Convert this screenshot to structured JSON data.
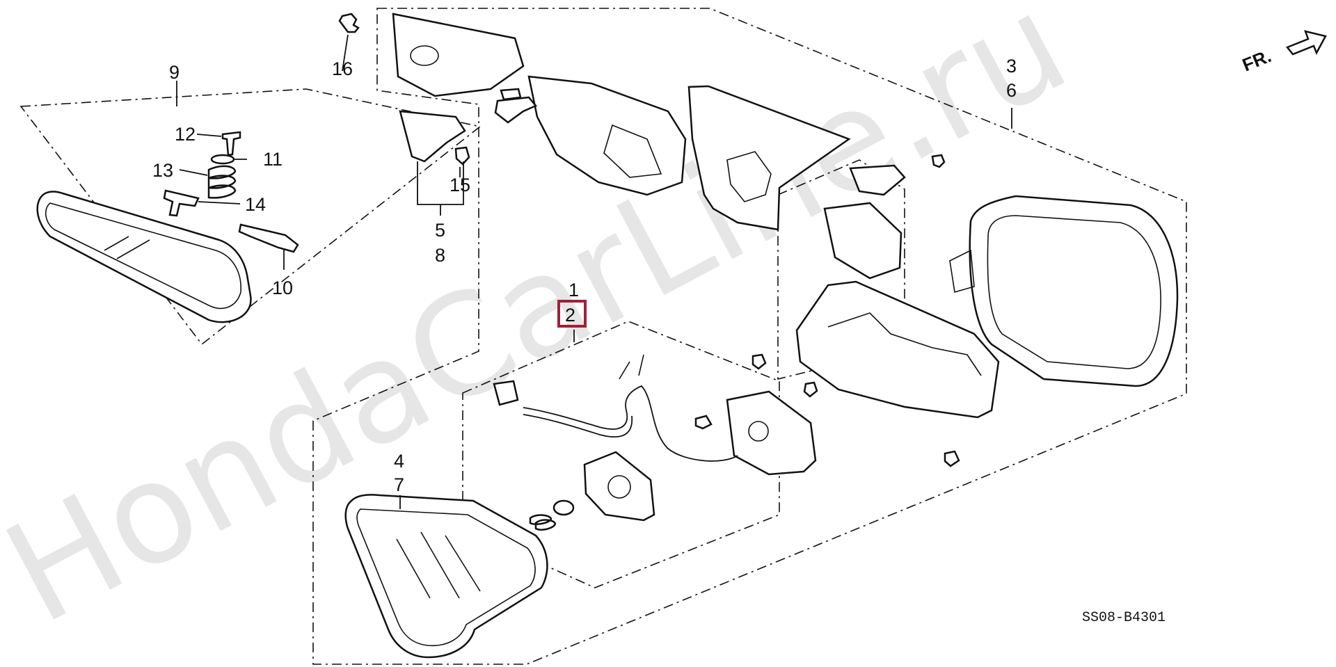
{
  "diagram": {
    "watermark": "HondaCarLine.ru",
    "direction_label": "FR.",
    "diagram_code": "SS08-B4301",
    "highlight_color": "#a0203a",
    "callouts": {
      "c1": "1",
      "c2": "2",
      "c3": "3",
      "c4": "4",
      "c5": "5",
      "c6": "6",
      "c7": "7",
      "c8": "8",
      "c9": "9",
      "c10": "10",
      "c11": "11",
      "c12": "12",
      "c13": "13",
      "c14": "14",
      "c15": "15",
      "c16": "16"
    },
    "highlighted": "c2"
  }
}
